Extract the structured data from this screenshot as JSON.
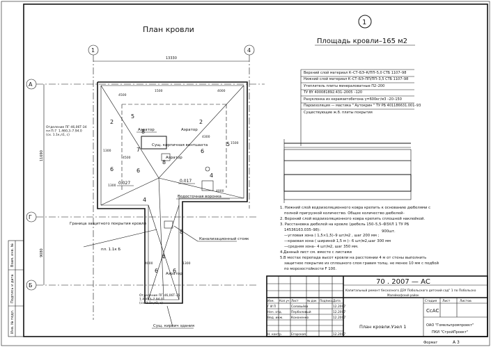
{
  "drawing": {
    "plan_title": "План кровли",
    "area_label": "Площадь кровли–165 м2",
    "section_number": "1",
    "axes": {
      "top_left": "1",
      "top_right": "4",
      "left_top": "А",
      "left_mid": "Г",
      "left_bottom": "Б"
    },
    "dim_top": "13330",
    "dim_left_top": "11690",
    "dim_left_bottom": "9080",
    "dim_small": [
      "4500",
      "1500",
      "4000",
      "1300",
      "1500",
      "4500",
      "4000",
      "1300",
      "4000",
      "1300",
      "4300"
    ],
    "slopes": [
      "0,027",
      "0,017"
    ],
    "zone_numbers": [
      "2",
      "2",
      "4",
      "4",
      "4",
      "5",
      "5",
      "6",
      "6",
      "6",
      "6",
      "6",
      "7",
      "8",
      "8",
      "8"
    ],
    "labels": {
      "aerator_1": "Аэратор",
      "aerator_2": "Аэратор",
      "aerator_3": "Аэратор",
      "shaft": "Сущ. кирпичная вентшахта",
      "funnel": "Водосточная воронка",
      "protect_label": "Граница защитного покрытия кровли",
      "canopy_label": "Канализационный стояк",
      "existing_wall": "Сущ. кирпич здания",
      "flashing_top": "Отделение ПГ-46,06Т-34\nпл П-7  1.460,3–7.94.0\n(сх. 1.1к,л1, с)",
      "flashing_bottom": "Отделение ПГ-46,06Т-35\n1.460,3–7.94.0\n(сх. 1.1к,л1, с)",
      "node_ref": "пл. 1.1к Б"
    },
    "layers": [
      "Верхний слой материал К–СТ–БЭ–К/ПП–5,0  СТБ 1107–98",
      "Нижний слой материал К–СТ–БЭ–ПП/ПП–3,5  СТБ 1107–98",
      "Утеплитель плиты минераловатные П2–200",
      "ТУ BY 400081892.431–2005                          –120",
      "Разуклонка из керамзитобетона  γ=600кг/м3            –20–150",
      "Пароизоляция — мастика \" Аутокрин \" ТУ РБ 401186631.001–93",
      "Существующие ж.б. плиты покрытия"
    ],
    "notes": [
      "1. Нижний слой водоизоляционного ковра крепить к основанию дюбелями с",
      "полной пригрузкой количество. Общее количество дюбелей–",
      "2. Верхний слой водоизоляционного ковра крепить сплошной наклейкой.",
      "3. Расстановка дюбелей на кровле (дюбель 150–5,5–ФЗХЛ 1  ТУ РБ",
      "14536163.035–98):",
      "900шт.",
      "—угловая зона ( 1,5×1,5)–9 шт/м2 , шаг 200 мм ;",
      "—краевая зона ( шириной 1,5 м )– 6 шт/м2,шаг 300 мм",
      "—средняя зона– 4 шт/м2, шаг 350 мм.",
      "4.Данный лист см. вместе с листами",
      "5.В местах перепада высот кровли на расстоянии 4 м от стены выполнить",
      "защитное покрытие из сплошного слоя гравия толщ. не менее 10 мм с подбой",
      "по морозостойкости F 100."
    ]
  },
  "stamp": {
    "code": "70 . 2007 —      АС",
    "project": "Капитальный ремонт бесхозного ДЗУ Побольского детский сад\" 1 по Побольско",
    "project_sub": "Малейкофский район",
    "headers": [
      "Изм.",
      "Кол.уч",
      "Лист",
      "№ док",
      "Подпись",
      "Дата"
    ],
    "rows": [
      {
        "role": "Г И П",
        "name": "Соловьёва",
        "date": "12.2007"
      },
      {
        "role": "Нач. отд.",
        "name": "Перболовый",
        "date": "12.2007"
      },
      {
        "role": "Вед. инж.",
        "name": "Кононенко",
        "date": "12.2007"
      },
      {
        "role": "",
        "name": "",
        "date": ""
      },
      {
        "role": "Н. контр.",
        "name": "Егорская",
        "date": "12.2007"
      }
    ],
    "sheet_title": "План кровли.Узел 1",
    "stage_header": "Стадия",
    "sheet_header": "Лист",
    "sheets_header": "Листов",
    "stage": "СсАС",
    "org": "ОАО \"Гомельпромпроект\"",
    "org2": "ПКИ \"СтройПроект\"",
    "format_label": "Формат",
    "format_value": "А 3"
  },
  "side_strip": [
    "Инв. № подл.",
    "Подпись и дата",
    "Взам. инв. №"
  ]
}
